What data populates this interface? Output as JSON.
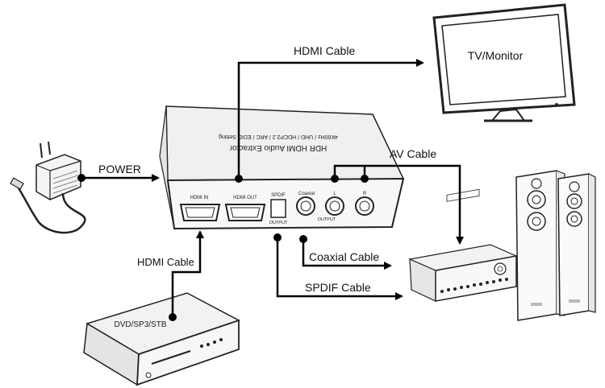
{
  "labels": {
    "hdmi_cable_top": "HDMI Cable",
    "tv_monitor": "TV/Monitor",
    "av_cable": "AV Cable",
    "power": "POWER",
    "hdmi_cable_left": "HDMI Cable",
    "coaxial_cable": "Coaxial Cable",
    "spdif_cable": "SPDIF Cable",
    "dvd_source": "DVD/SP3/STB"
  },
  "extractor": {
    "title": "HDR HDMI Audio Extractor",
    "subtitle": "4K60Hz / UHD / HDCP2.2 / ARC / EDID Setting",
    "ports": {
      "hdmi_in": "HDMI IN",
      "hdmi_out": "HDMI OUT",
      "spdif": "SPDIF",
      "coaxial": "Coaxial",
      "left": "L",
      "right": "R",
      "output_left": "OUTPUT",
      "output_right": "OUTPUT"
    }
  },
  "colors": {
    "line": "#000000",
    "device_stroke": "#222222",
    "device_fill": "#f4f4f4"
  }
}
